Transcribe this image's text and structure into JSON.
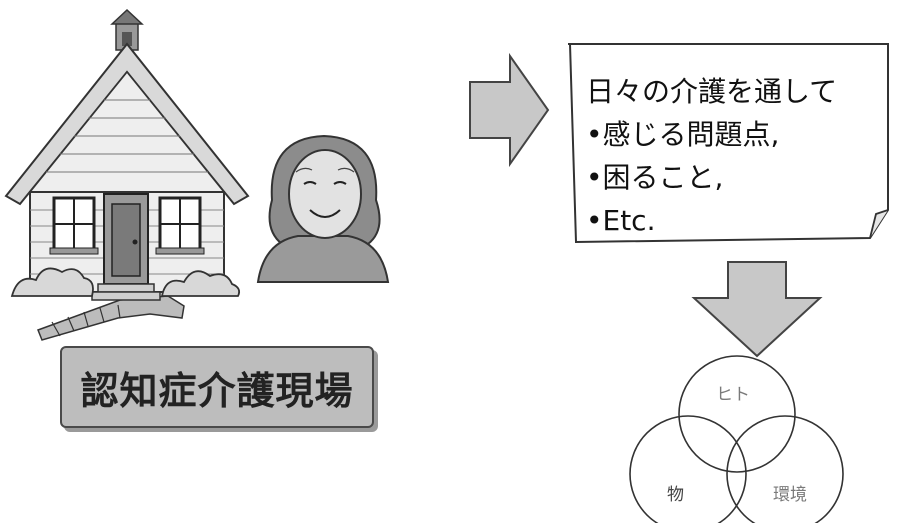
{
  "note": {
    "lines": [
      "日々の介護を通して",
      "•感じる問題点,",
      "•困ること,",
      "•Etc."
    ]
  },
  "caption": "認知症介護現場",
  "venn": {
    "labels": [
      "ヒト",
      "物",
      "環境"
    ]
  },
  "colors": {
    "arrow_fill": "#c8c8c8",
    "caption_fill": "#bdbdbd",
    "outline": "#333333"
  },
  "icons": [
    "house-illustration",
    "elderly-woman-illustration",
    "right-arrow",
    "down-arrow",
    "venn-diagram"
  ]
}
